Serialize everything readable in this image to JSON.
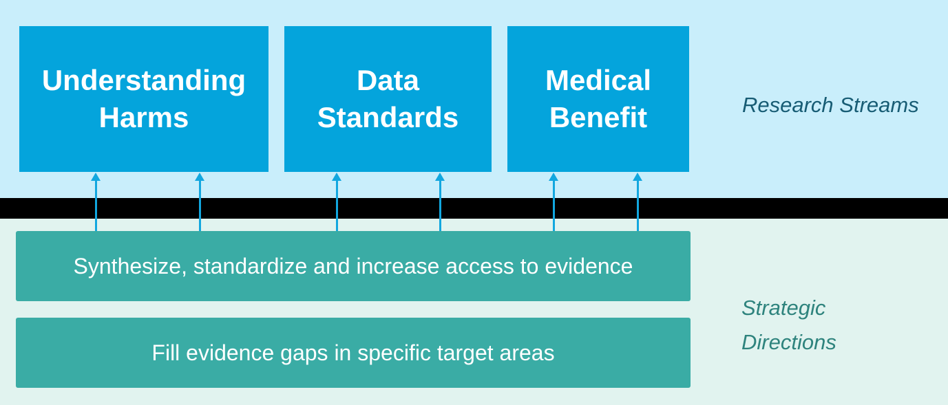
{
  "top_section": {
    "label": "Research Streams",
    "boxes": [
      {
        "label": "Understanding Harms"
      },
      {
        "label": "Data Standards"
      },
      {
        "label": "Medical Benefit"
      }
    ]
  },
  "bottom_section": {
    "label": "Strategic Directions",
    "boxes": [
      {
        "label": "Synthesize, standardize and increase access to evidence"
      },
      {
        "label": "Fill evidence gaps in specific target areas"
      }
    ]
  },
  "colors": {
    "top_band": "#c9eefb",
    "bottom_band": "#e1f3ef",
    "divider": "#000000",
    "stream_box": "#04a4dc",
    "strategy_box": "#3aaca5",
    "arrow": "#12a7df",
    "research_label": "#175c74",
    "strategic_label": "#2e837d",
    "box_text": "#ffffff"
  }
}
